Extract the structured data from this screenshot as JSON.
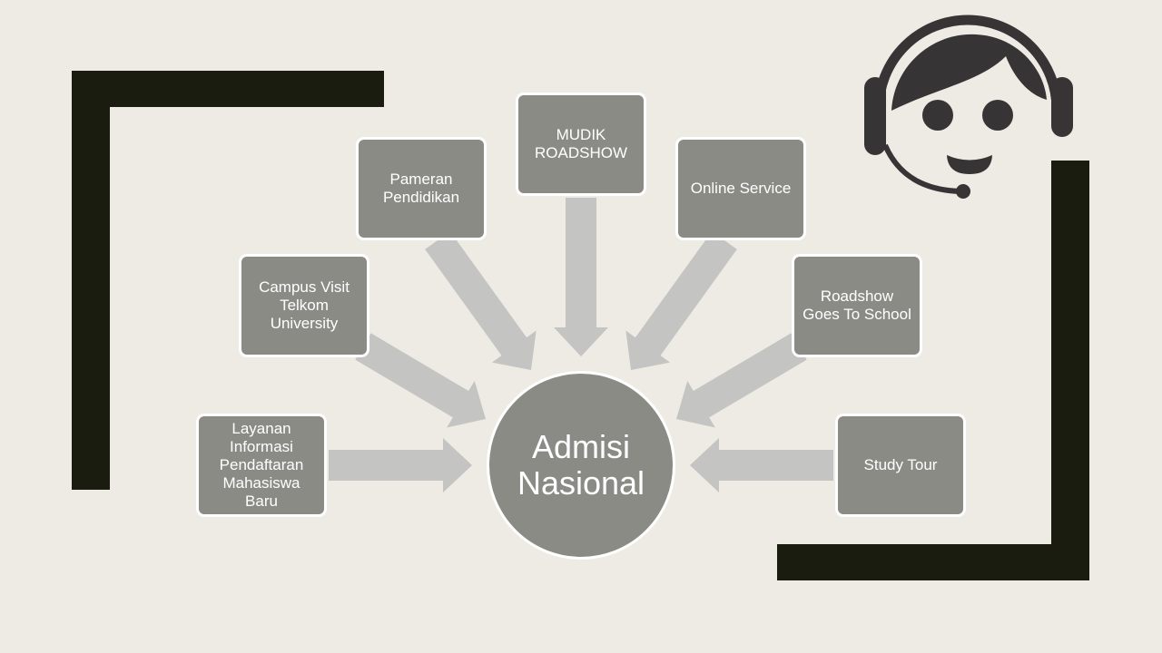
{
  "center": {
    "label": "Admisi\nNasional"
  },
  "channels": [
    {
      "id": "layanan",
      "label": "Layanan\nInformasi\nPendaftaran\nMahasiswa\nBaru"
    },
    {
      "id": "campus-visit",
      "label": "Campus Visit\nTelkom\nUniversity"
    },
    {
      "id": "pameran",
      "label": "Pameran\nPendidikan"
    },
    {
      "id": "mudik",
      "label": "MUDIK\nROADSHOW"
    },
    {
      "id": "online",
      "label": "Online Service"
    },
    {
      "id": "roadshow",
      "label": "Roadshow\nGoes To School"
    },
    {
      "id": "study-tour",
      "label": "Study Tour"
    }
  ],
  "colors": {
    "background": "#eeebe4",
    "frame": "#1b1c10",
    "box": "#8b8b86",
    "arrow": "#c4c4c2",
    "icon": "#363435"
  },
  "icon": "customer-service-headset-icon"
}
